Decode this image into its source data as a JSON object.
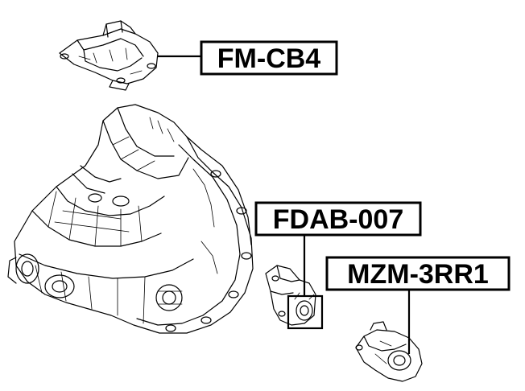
{
  "labels": {
    "mount_top": "FM-CB4",
    "bracket_center": "FDAB-007",
    "mount_rear": "MZM-3RR1"
  },
  "colors": {
    "line": "#000000",
    "background": "#ffffff"
  }
}
